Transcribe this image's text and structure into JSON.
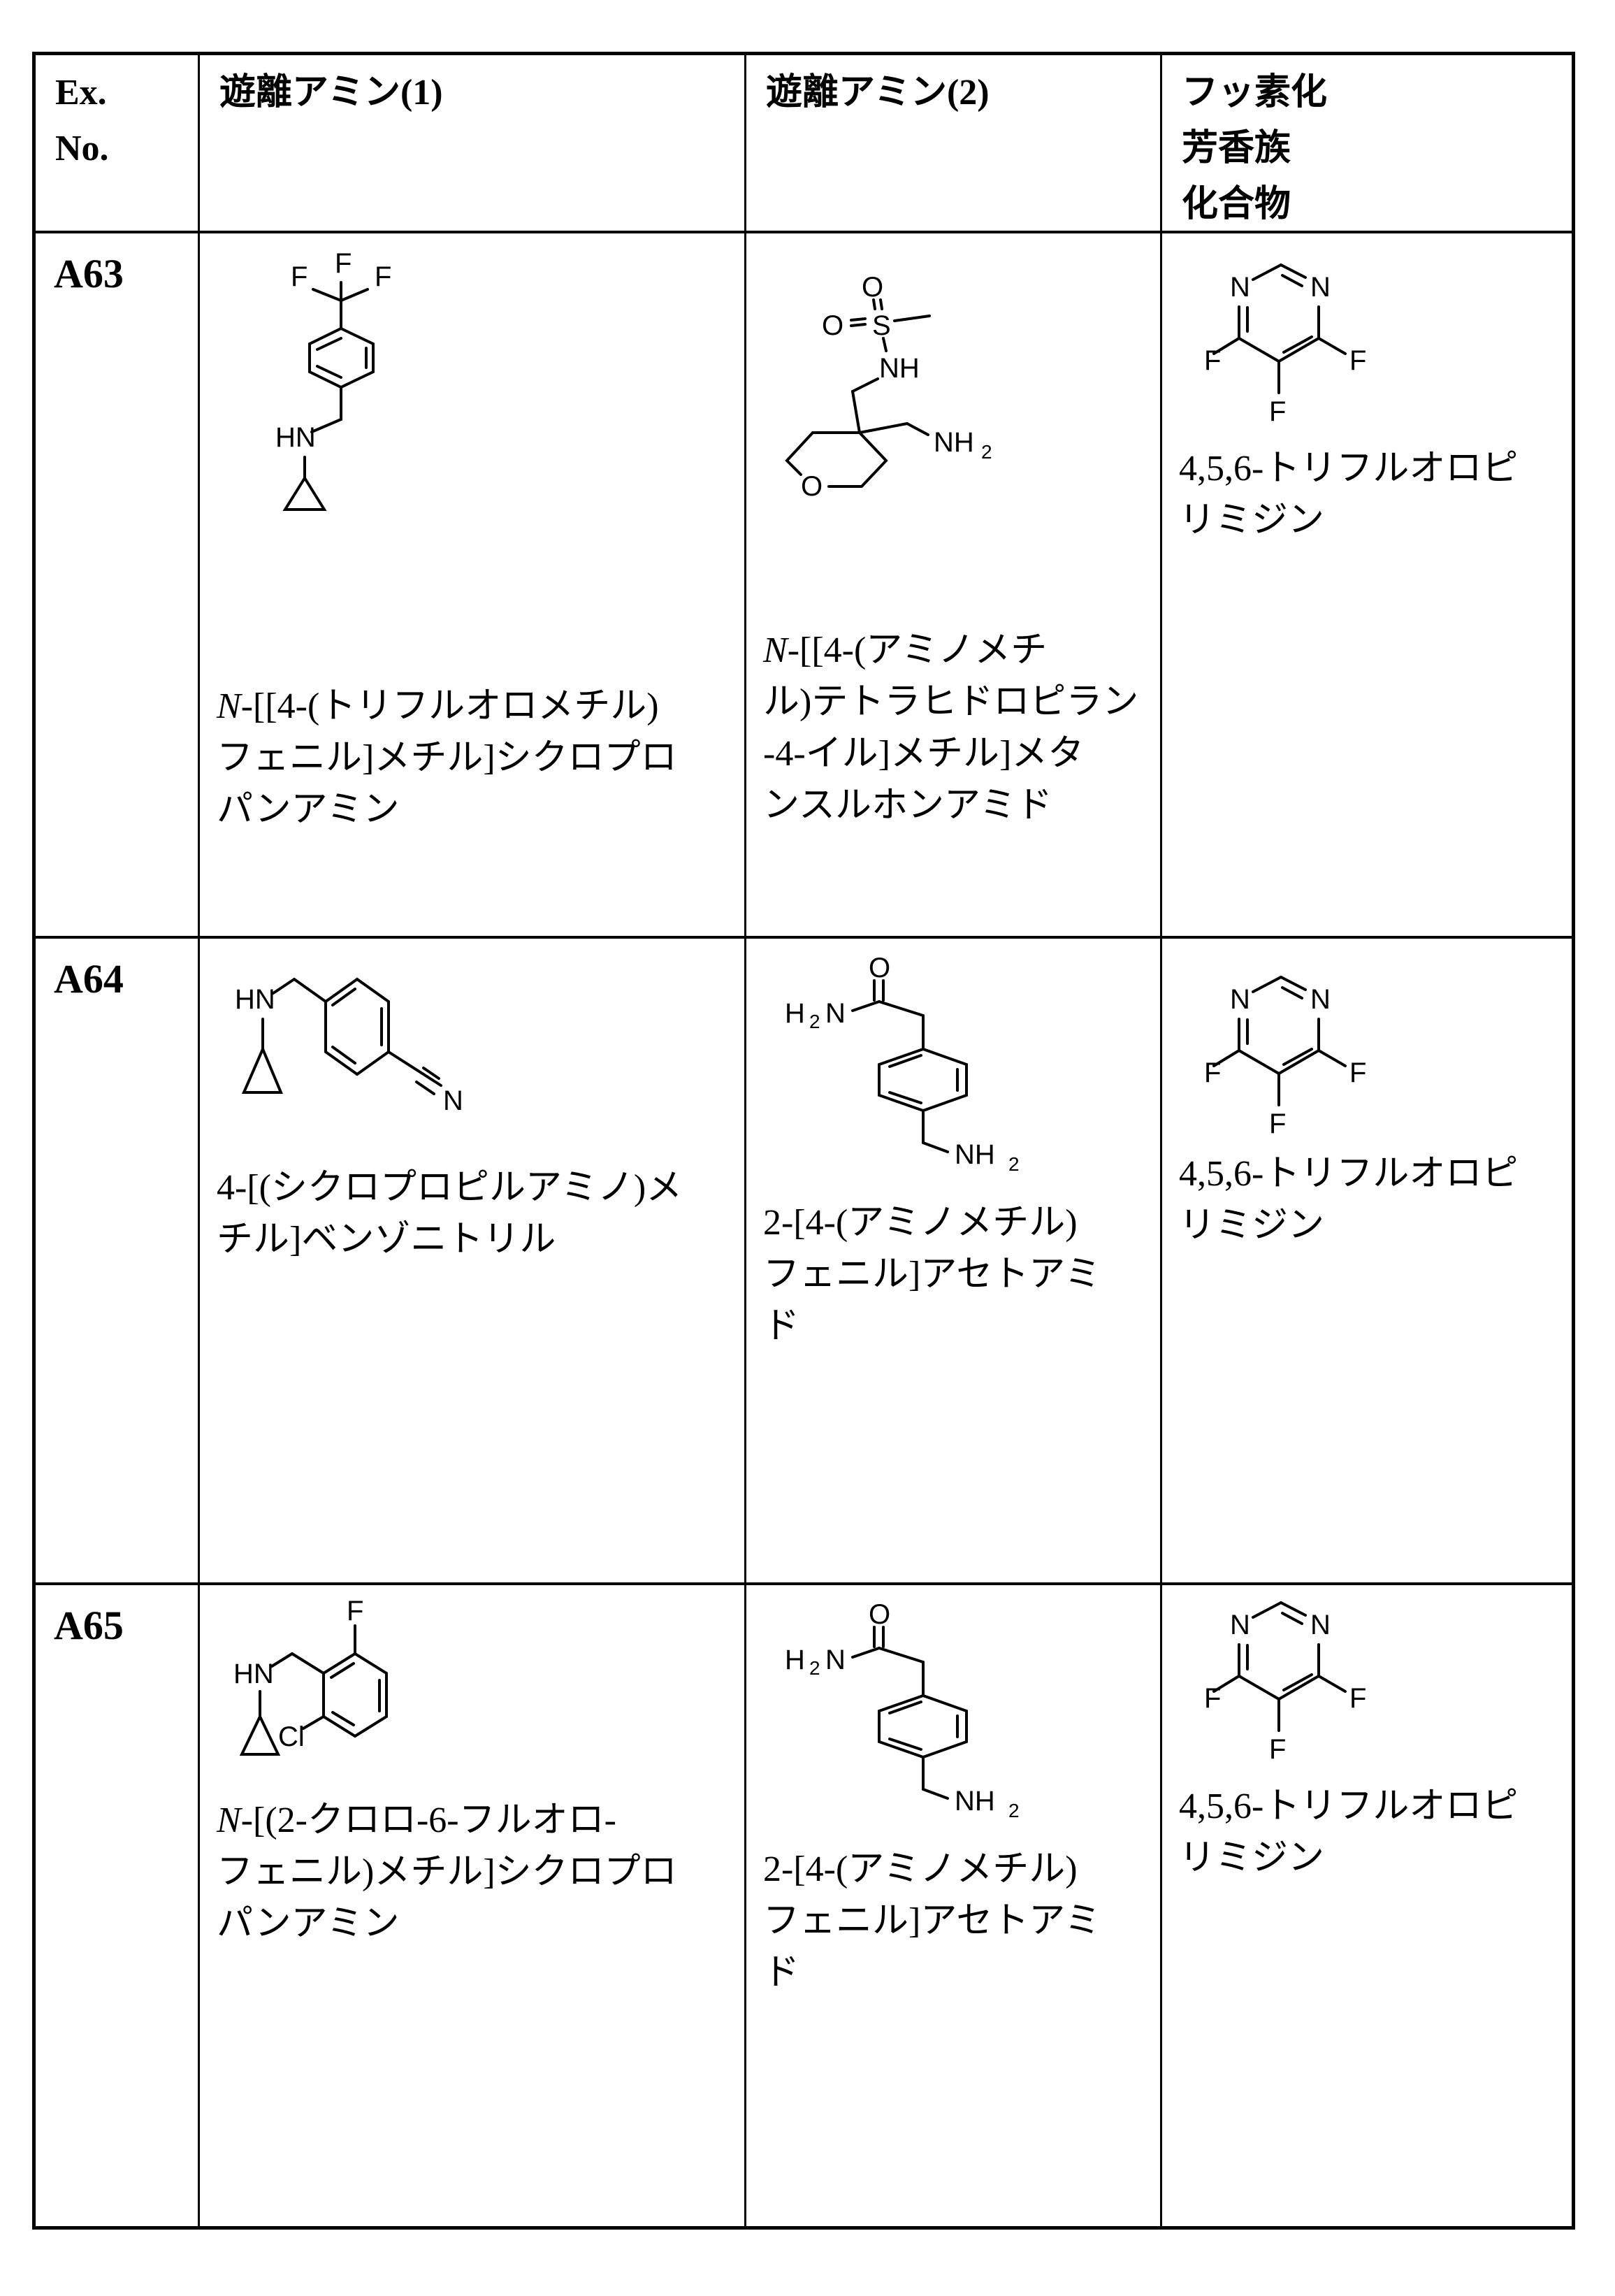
{
  "table": {
    "headers": {
      "ex_no": [
        "Ex.",
        "No."
      ],
      "amine1": "遊離アミン(1)",
      "amine2": "遊離アミン(2)",
      "fluoro": [
        "フッ素化",
        "芳香族",
        "化合物"
      ]
    },
    "rows": [
      {
        "ex_no": "A63",
        "amine1": {
          "structure_icon": "trifluoromethylbenzyl-cyclopropylamine-structure",
          "labels": {
            "f1": "F",
            "f2": "F",
            "f3": "F",
            "hn": "HN"
          },
          "name_prefix": "N",
          "name_lines": [
            "-[[4-(トリフルオロメチル)",
            "フェニル]メチル]シクロプロ",
            "パンアミン"
          ]
        },
        "amine2": {
          "structure_icon": "aminomethyl-tetrahydropyranyl-methanesulfonamide-structure",
          "labels": {
            "o1": "O",
            "o2": "O",
            "s": "S",
            "nh": "NH",
            "nh2": "NH",
            "nh2_sub": "2",
            "o_ring": "O"
          },
          "name_prefix": "N",
          "name_lines": [
            "-[[4-(アミノメチ",
            "ル)テトラヒドロピラン",
            "-4-イル]メチル]メタ",
            "ンスルホンアミド"
          ]
        },
        "fluoro": {
          "structure_icon": "trifluoropyrimidine-structure",
          "labels": {
            "n1": "N",
            "n2": "N",
            "f1": "F",
            "f2": "F",
            "f3": "F"
          },
          "name_lines": [
            "4,5,6-トリフルオロピ",
            "リミジン"
          ]
        }
      },
      {
        "ex_no": "A64",
        "amine1": {
          "structure_icon": "cyanobenzyl-cyclopropylamine-structure",
          "labels": {
            "hn": "HN",
            "n": "N"
          },
          "name_lines": [
            "4-[(シクロプロピルアミノ)メ",
            "チル]ベンゾニトリル"
          ]
        },
        "amine2": {
          "structure_icon": "aminomethylphenyl-acetamide-structure",
          "labels": {
            "o": "O",
            "h2n": "H",
            "h2n_sub": "2",
            "h2n_n": "N",
            "nh2": "NH",
            "nh2_sub": "2"
          },
          "name_lines": [
            "2-[4-(アミノメチル)",
            "フェニル]アセトアミ",
            "ド"
          ]
        },
        "fluoro": {
          "structure_icon": "trifluoropyrimidine-structure",
          "labels": {
            "n1": "N",
            "n2": "N",
            "f1": "F",
            "f2": "F",
            "f3": "F"
          },
          "name_lines": [
            "4,5,6-トリフルオロピ",
            "リミジン"
          ]
        }
      },
      {
        "ex_no": "A65",
        "amine1": {
          "structure_icon": "chlorofluorobenzyl-cyclopropylamine-structure",
          "labels": {
            "f": "F",
            "hn": "HN",
            "cl": "Cl"
          },
          "name_prefix": "N",
          "name_lines": [
            "-[(2-クロロ-6-フルオロ-",
            "フェニル)メチル]シクロプロ",
            "パンアミン"
          ]
        },
        "amine2": {
          "structure_icon": "aminomethylphenyl-acetamide-structure",
          "labels": {
            "o": "O",
            "h2n": "H",
            "h2n_sub": "2",
            "h2n_n": "N",
            "nh2": "NH",
            "nh2_sub": "2"
          },
          "name_lines": [
            "2-[4-(アミノメチル)",
            "フェニル]アセトアミ",
            "ド"
          ]
        },
        "fluoro": {
          "structure_icon": "trifluoropyrimidine-structure",
          "labels": {
            "n1": "N",
            "n2": "N",
            "f1": "F",
            "f2": "F",
            "f3": "F"
          },
          "name_lines": [
            "4,5,6-トリフルオロピ",
            "リミジン"
          ]
        }
      }
    ]
  }
}
